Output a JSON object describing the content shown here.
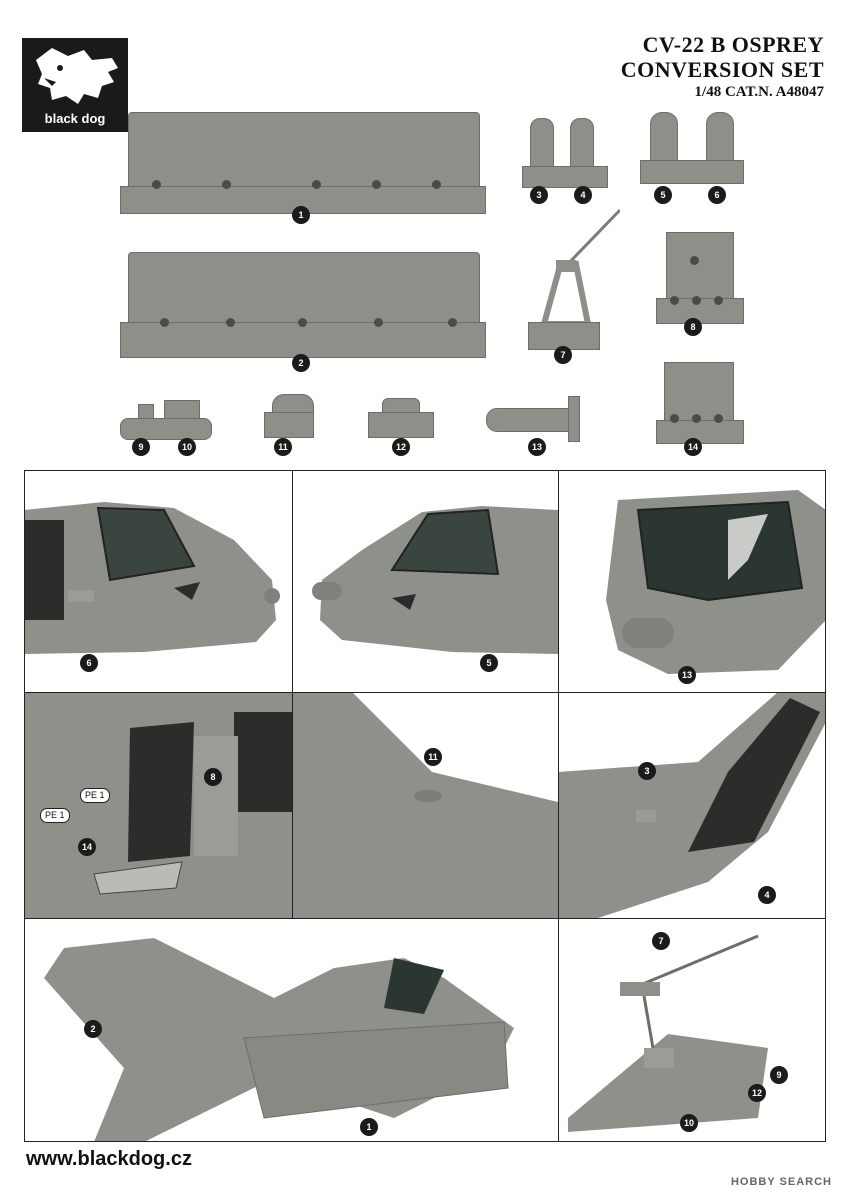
{
  "brand": {
    "logo_text": "black dog",
    "website": "www.blackdog.cz"
  },
  "title": {
    "line1": "CV-22 B OSPREY",
    "line2": "CONVERSION SET",
    "line3": "1/48 CAT.N. A48047"
  },
  "parts": [
    "1",
    "2",
    "3",
    "4",
    "5",
    "6",
    "7",
    "8",
    "9",
    "10",
    "11",
    "12",
    "13",
    "14"
  ],
  "photo_labels": {
    "nose_left": "6",
    "nose_right": "5",
    "nose_front": "13",
    "cabin_door": "8",
    "cabin_floor": "14",
    "pe_a": "PE 1",
    "pe_b": "PE 1",
    "fairing": "11",
    "tail_3": "3",
    "tail_4": "4",
    "wing_2": "2",
    "wing_1": "1",
    "gun_7": "7",
    "gun_9": "9",
    "gun_12": "12",
    "gun_10": "10"
  },
  "watermark": "HOBBY SEARCH",
  "colors": {
    "resin": "#8d9089",
    "badge": "#1b1b1b",
    "frame": "#222222"
  }
}
